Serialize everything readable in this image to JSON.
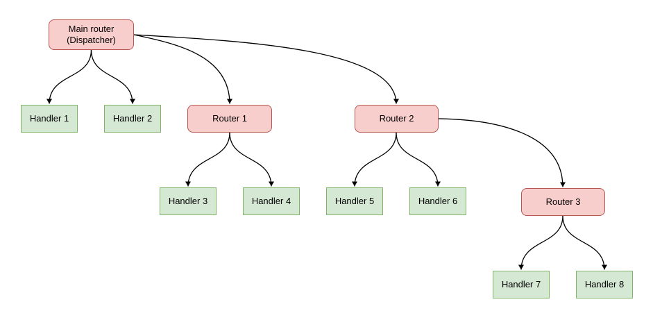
{
  "diagram": {
    "background": "#ffffff",
    "edge_color": "#000000",
    "styles": {
      "router": {
        "fill": "#f8cecc",
        "stroke": "#b85450"
      },
      "handler": {
        "fill": "#d5e8d4",
        "stroke": "#82b366"
      }
    },
    "nodes": {
      "main": {
        "label": "Main router\n(Dispatcher)",
        "type": "router"
      },
      "handler1": {
        "label": "Handler 1",
        "type": "handler"
      },
      "handler2": {
        "label": "Handler 2",
        "type": "handler"
      },
      "router1": {
        "label": "Router 1",
        "type": "router"
      },
      "router2": {
        "label": "Router 2",
        "type": "router"
      },
      "handler3": {
        "label": "Handler 3",
        "type": "handler"
      },
      "handler4": {
        "label": "Handler 4",
        "type": "handler"
      },
      "handler5": {
        "label": "Handler 5",
        "type": "handler"
      },
      "handler6": {
        "label": "Handler 6",
        "type": "handler"
      },
      "router3": {
        "label": "Router 3",
        "type": "router"
      },
      "handler7": {
        "label": "Handler 7",
        "type": "handler"
      },
      "handler8": {
        "label": "Handler 8",
        "type": "handler"
      }
    },
    "edges": [
      {
        "from": "main",
        "to": "handler1"
      },
      {
        "from": "main",
        "to": "handler2"
      },
      {
        "from": "main",
        "to": "router1"
      },
      {
        "from": "main",
        "to": "router2"
      },
      {
        "from": "router1",
        "to": "handler3"
      },
      {
        "from": "router1",
        "to": "handler4"
      },
      {
        "from": "router2",
        "to": "handler5"
      },
      {
        "from": "router2",
        "to": "handler6"
      },
      {
        "from": "router2",
        "to": "router3"
      },
      {
        "from": "router3",
        "to": "handler7"
      },
      {
        "from": "router3",
        "to": "handler8"
      }
    ]
  }
}
